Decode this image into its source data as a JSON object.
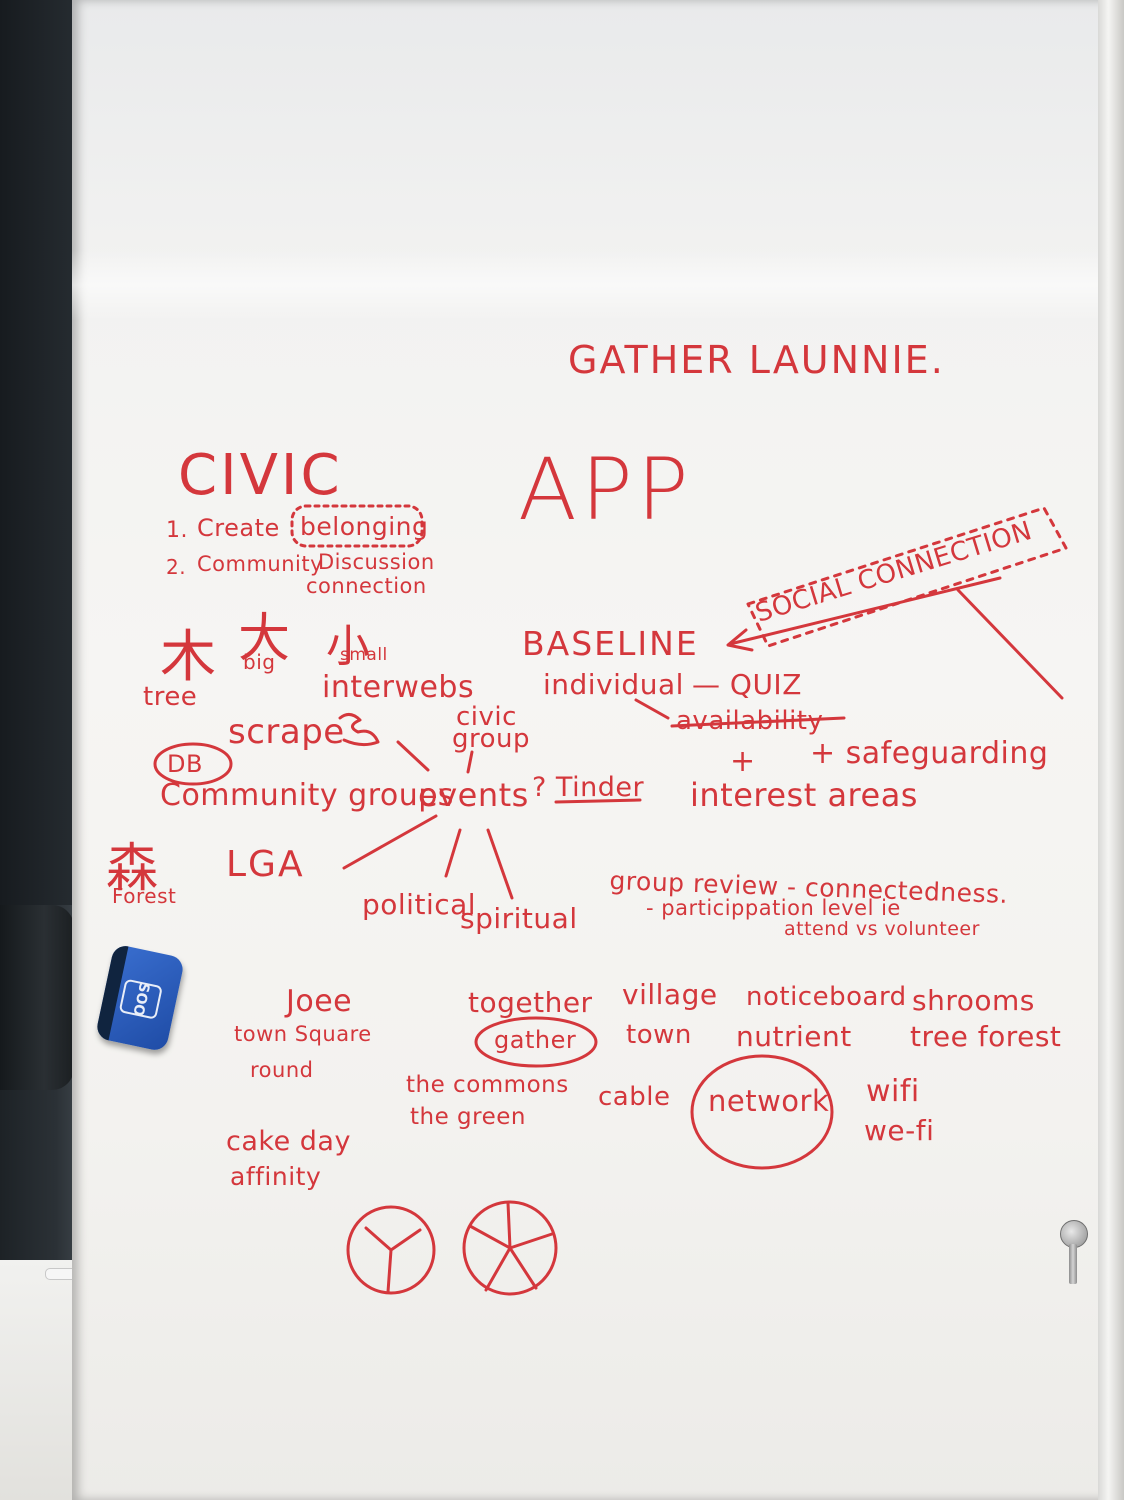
{
  "whiteboard": {
    "title": "GATHER LAUNNIE.",
    "civic": "CIVIC",
    "app": "APP",
    "list_item_1_number": "1.",
    "list_item_1_text": "Create",
    "list_item_1_highlight": "belonging",
    "list_item_2_number": "2.",
    "list_item_2_text": "Community",
    "list_item_2_line1": "Discussion",
    "list_item_2_line2": "connection",
    "kanji_tree": "木",
    "kanji_tree_label": "tree",
    "kanji_big": "大",
    "kanji_big_label": "big",
    "kanji_small": "小",
    "kanji_small_label": "small",
    "internets": "interwebs",
    "scrape": "scrape",
    "civic_group_line1": "civic",
    "civic_group_line2": "group",
    "db": "DB",
    "community_groups": "Community groups",
    "events": "events",
    "tinder": "? Tinder",
    "kanji_forest": "森",
    "kanji_forest_label": "Forest",
    "lga": "LGA",
    "political": "political",
    "spiritual": "spiritual",
    "social_connection": "SOCIAL CONNECTION",
    "baseline": "BASELINE",
    "individual": "individual",
    "quiz": "— QUIZ",
    "availability": "availability",
    "safeguarding": "+ safeguarding",
    "plus": "+",
    "interest_areas": "interest areas",
    "group_review": "group review - connectedness.",
    "participation": "- particippation level ie",
    "attend_volunteer": "attend vs volunteer",
    "word_joee": "Joee",
    "word_town_square": "town Square",
    "word_round": "round",
    "word_together": "together",
    "word_gather": "gather",
    "word_village": "village",
    "word_town": "town",
    "word_noticeboard": "noticeboard",
    "word_nutrient": "nutrient",
    "word_shrooms": "shrooms",
    "word_tree_forest": "tree forest",
    "word_commons": "the commons",
    "word_green": "the green",
    "word_cable": "cable",
    "word_network": "network",
    "word_wifi": "wifi",
    "word_wefi": "we-fi",
    "word_cake_day": "cake day",
    "word_affinity": "affinity"
  },
  "eraser_logo": "SOO",
  "colors": {
    "ink": "#d4373c",
    "board": "#f4f3f1",
    "eraser": "#2a5cc0"
  },
  "icons": [
    "marker-pen",
    "board-eraser",
    "lock",
    "key",
    "pie-circle-3",
    "pie-circle-5"
  ]
}
